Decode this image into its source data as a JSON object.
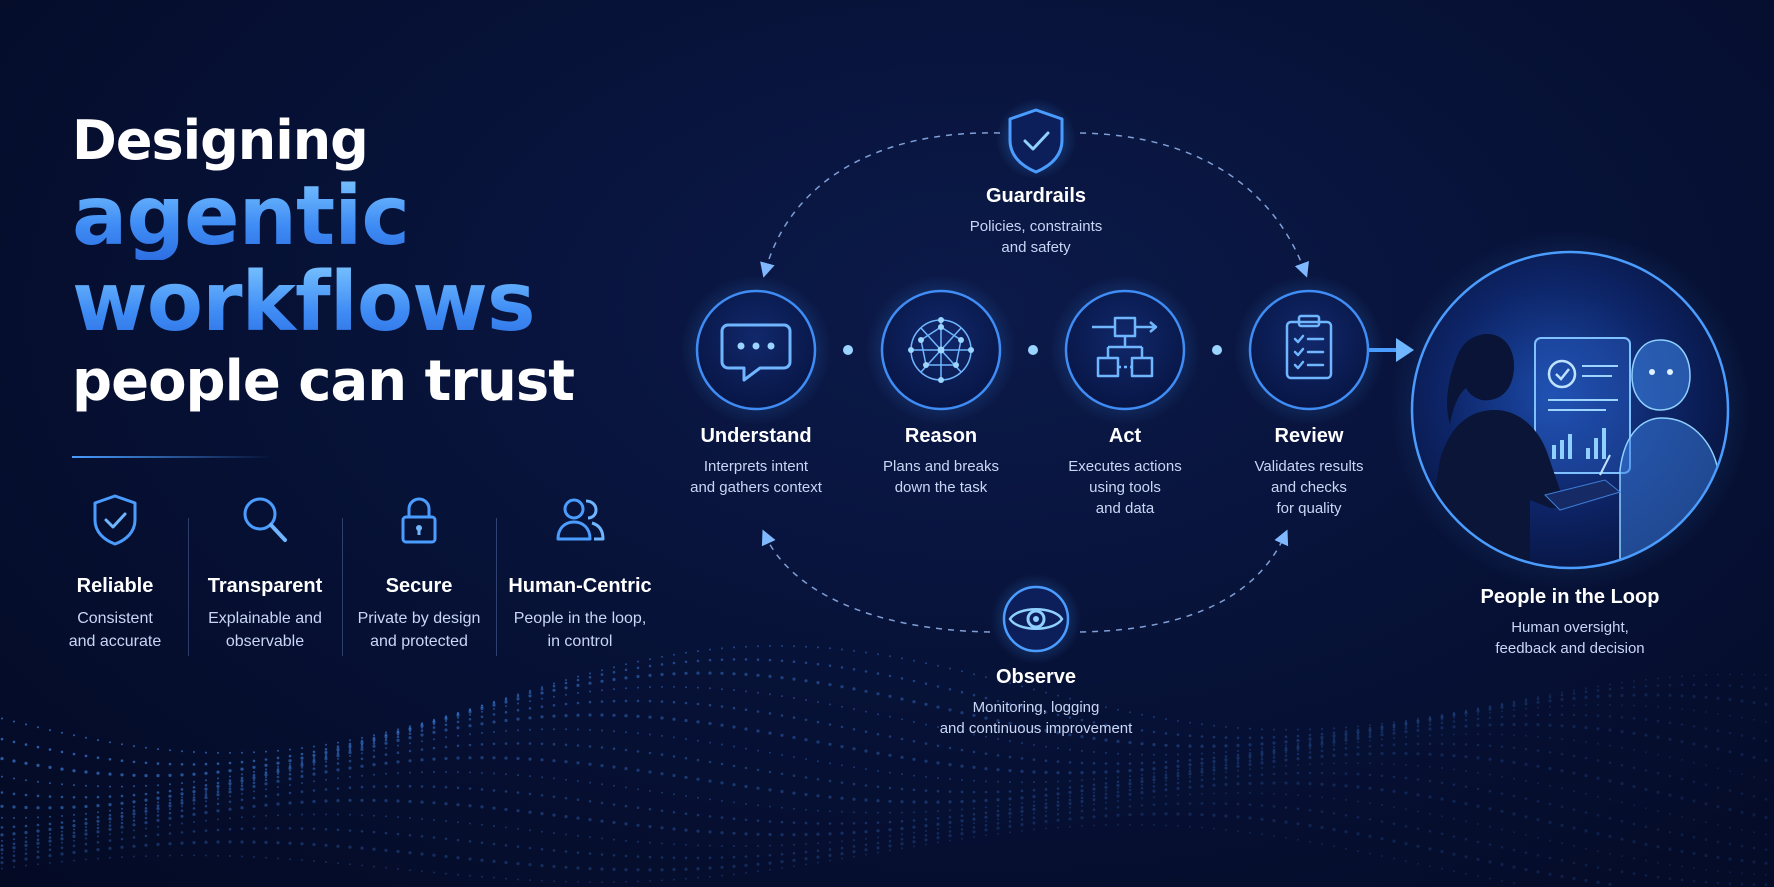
{
  "headline": {
    "line1": "Designing",
    "line2": "agentic",
    "line3": "workflows",
    "line4": "people can trust"
  },
  "pillars": [
    {
      "icon": "shield-check-icon",
      "title": "Reliable",
      "desc1": "Consistent",
      "desc2": "and accurate"
    },
    {
      "icon": "magnifier-icon",
      "title": "Transparent",
      "desc1": "Explainable and",
      "desc2": "observable"
    },
    {
      "icon": "lock-icon",
      "title": "Secure",
      "desc1": "Private by design",
      "desc2": "and protected"
    },
    {
      "icon": "people-icon",
      "title": "Human-Centric",
      "desc1": "People in the loop,",
      "desc2": "in control"
    }
  ],
  "guardrails": {
    "icon": "shield-check-icon",
    "title": "Guardrails",
    "desc1": "Policies, constraints",
    "desc2": "and safety"
  },
  "steps": [
    {
      "icon": "chat-bubble-icon",
      "title": "Understand",
      "desc1": "Interprets intent",
      "desc2": "and gathers context",
      "desc3": ""
    },
    {
      "icon": "network-sphere-icon",
      "title": "Reason",
      "desc1": "Plans and breaks",
      "desc2": "down the task",
      "desc3": ""
    },
    {
      "icon": "flowchart-icon",
      "title": "Act",
      "desc1": "Executes actions",
      "desc2": "using tools",
      "desc3": "and data"
    },
    {
      "icon": "clipboard-checklist-icon",
      "title": "Review",
      "desc1": "Validates results",
      "desc2": "and checks",
      "desc3": "for quality"
    }
  ],
  "observe": {
    "icon": "eye-icon",
    "title": "Observe",
    "desc1": "Monitoring, logging",
    "desc2": "and continuous improvement"
  },
  "people": {
    "title": "People in the Loop",
    "desc1": "Human oversight,",
    "desc2": "feedback and decision"
  },
  "colors": {
    "accent": "#4a9dff",
    "background": "#06103a",
    "text_secondary": "#c9d6f5"
  }
}
